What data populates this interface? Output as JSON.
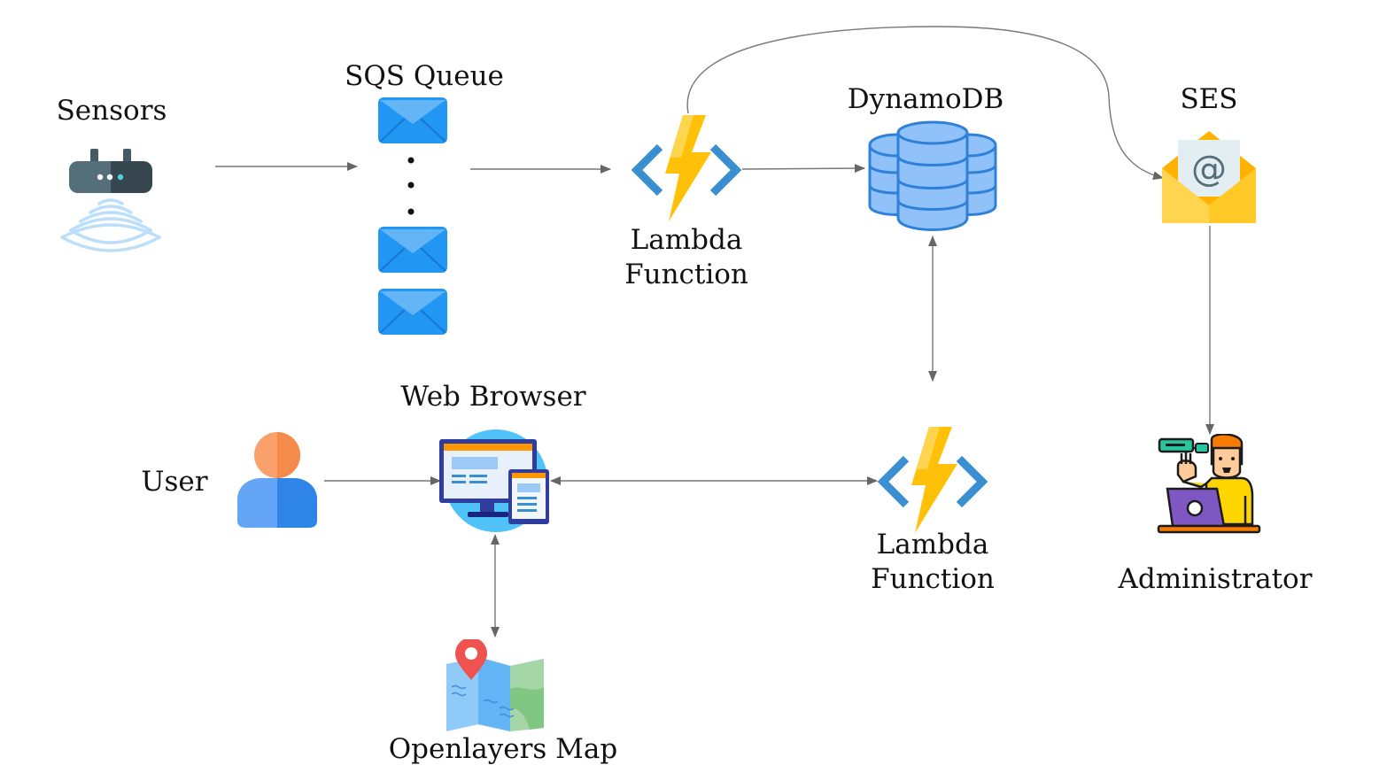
{
  "diagram": {
    "nodes": {
      "sensors": {
        "label": "Sensors",
        "icon": "router-wifi-icon"
      },
      "sqs": {
        "label": "SQS Queue",
        "icon": "envelope-icon"
      },
      "lambda_top": {
        "label_line1": "Lambda",
        "label_line2": "Function",
        "icon": "lambda-function-icon"
      },
      "dynamodb": {
        "label": "DynamoDB",
        "icon": "database-icon"
      },
      "ses": {
        "label": "SES",
        "icon": "email-at-icon"
      },
      "user": {
        "label": "User",
        "icon": "user-icon"
      },
      "web_browser": {
        "label": "Web Browser",
        "icon": "web-browser-icon"
      },
      "lambda_bottom": {
        "label_line1": "Lambda",
        "label_line2": "Function",
        "icon": "lambda-function-icon"
      },
      "administrator": {
        "label": "Administrator",
        "icon": "administrator-icon"
      },
      "map": {
        "label": "Openlayers Map",
        "icon": "map-pin-icon"
      }
    },
    "edges": [
      {
        "from": "sensors",
        "to": "sqs",
        "direction": "forward"
      },
      {
        "from": "sqs",
        "to": "lambda_top",
        "direction": "forward"
      },
      {
        "from": "lambda_top",
        "to": "dynamodb",
        "direction": "forward"
      },
      {
        "from": "lambda_top",
        "to": "ses",
        "direction": "forward"
      },
      {
        "from": "ses",
        "to": "administrator",
        "direction": "forward"
      },
      {
        "from": "dynamodb",
        "to": "lambda_bottom",
        "direction": "both"
      },
      {
        "from": "user",
        "to": "web_browser",
        "direction": "forward"
      },
      {
        "from": "web_browser",
        "to": "lambda_bottom",
        "direction": "both"
      },
      {
        "from": "web_browser",
        "to": "map",
        "direction": "both"
      }
    ],
    "colors": {
      "arrow": "#666666",
      "queue_blue": "#2196F3",
      "lambda_blue": "#3A8FD0",
      "lambda_yellow": "#FFC107",
      "db_blue": "#5B9FE8",
      "ses_yellow": "#FFCA28"
    }
  }
}
